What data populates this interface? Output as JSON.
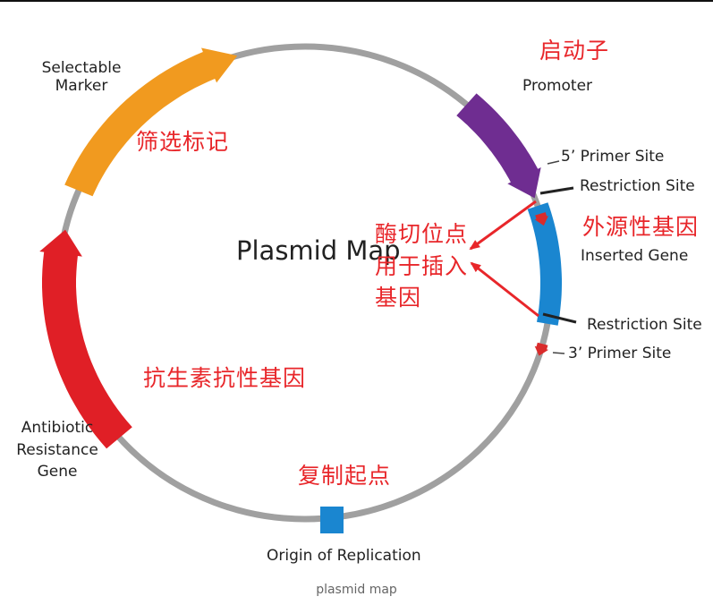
{
  "diagram": {
    "title": "Plasmid Map",
    "caption": "plasmid map",
    "colors": {
      "ring": "#a0a0a0",
      "selectable_marker": "#f19a1f",
      "promoter": "#6f2d91",
      "primer_site": "#d92b2b",
      "restriction_site": "#222222",
      "inserted_gene": "#1a86d0",
      "origin": "#1a86d0",
      "antibiotic": "#e01f26",
      "annotation_red": "#e8262a"
    },
    "features": {
      "selectable_marker": "Selectable Marker",
      "promoter": "Promoter",
      "primer_5": "5’ Primer Site",
      "restriction_top": "Restriction Site",
      "inserted_gene": "Inserted Gene",
      "restriction_bottom": "Restriction Site",
      "primer_3": "3’ Primer Site",
      "origin": "Origin of Replication",
      "antibiotic": "Antibiotic Resistance Gene"
    },
    "annotations_cn": {
      "selectable_marker": "筛选标记",
      "promoter": "启动子",
      "inserted_gene": "外源性基因",
      "restriction_note_1": "酶切位点",
      "restriction_note_2": "用于插入",
      "restriction_note_3": "基因",
      "antibiotic": "抗生素抗性基因",
      "origin": "复制起点"
    }
  }
}
